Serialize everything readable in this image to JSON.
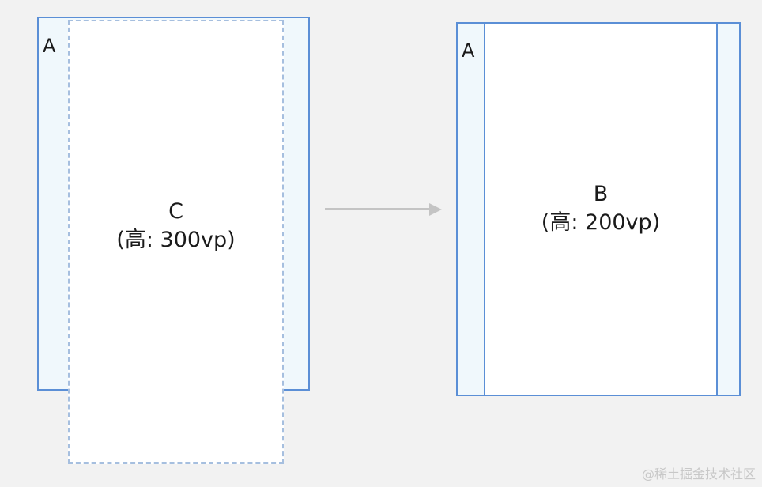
{
  "left_figure": {
    "container_label": "A",
    "child_name": "C",
    "child_size": "(高: 300vp)"
  },
  "right_figure": {
    "container_label": "A",
    "child_name": "B",
    "child_size": "(高: 200vp)"
  },
  "watermark": "@稀土掘金技术社区",
  "colors": {
    "background": "#f2f2f2",
    "container_fill": "#f0f8fc",
    "container_border": "#5b8fd6",
    "dashed_border": "#a6bfdf",
    "arrow": "#c4c4c4"
  }
}
